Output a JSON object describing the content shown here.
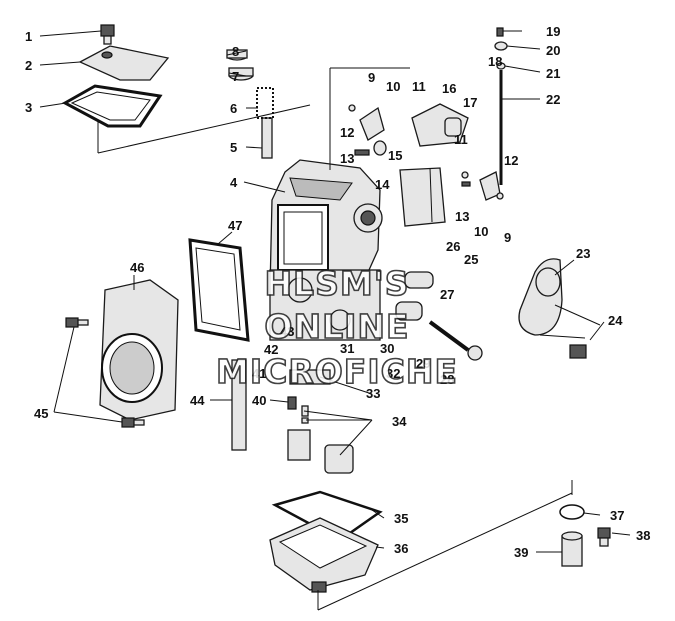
{
  "watermark": {
    "line1": "HLSM'S",
    "line2": "ONLINE",
    "line3": "MICROFICHE"
  },
  "callouts": [
    "1",
    "2",
    "3",
    "4",
    "5",
    "6",
    "7",
    "8",
    "9",
    "10",
    "11",
    "12",
    "13",
    "14",
    "15",
    "16",
    "17",
    "18",
    "19",
    "20",
    "21",
    "22",
    "23",
    "24",
    "25",
    "26",
    "27",
    "28",
    "29",
    "30",
    "31",
    "32",
    "33",
    "34",
    "35",
    "36",
    "37",
    "38",
    "39",
    "40",
    "41",
    "42",
    "43",
    "44",
    "45",
    "46",
    "47"
  ],
  "callouts_repeated": {
    "9b": "9",
    "10b": "10",
    "11b": "11",
    "12b": "12",
    "13b": "13"
  }
}
